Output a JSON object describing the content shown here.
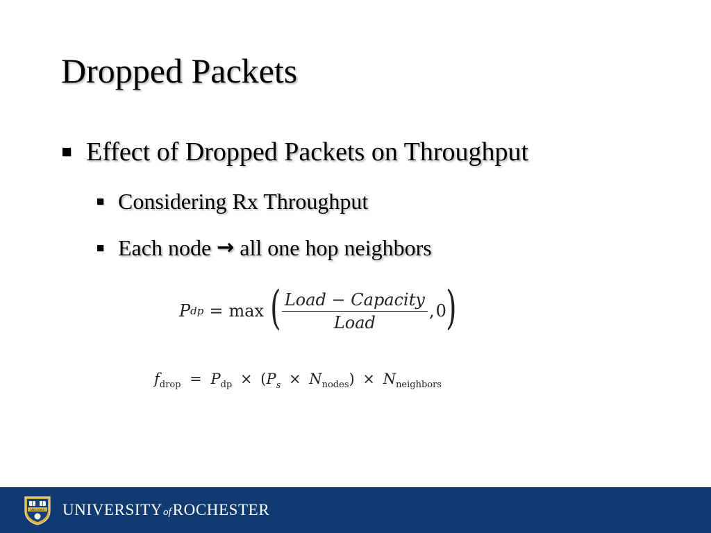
{
  "slide": {
    "title": "Dropped Packets",
    "bullets": [
      {
        "level": 1,
        "text": "Effect of Dropped Packets on Throughput"
      },
      {
        "level": 2,
        "text": "Considering Rx Throughput"
      },
      {
        "level": 2,
        "text_before": "Each node",
        "arrow": "→",
        "text_after": "all one hop neighbors"
      }
    ],
    "equation1": {
      "lhs_var": "P",
      "lhs_sub": "dp",
      "equals": "=",
      "func": "max",
      "open_paren": "(",
      "numerator": "Load − Capacity",
      "denominator": "Load",
      "separator": ",",
      "second_arg": "0",
      "close_paren": ")"
    },
    "equation2": {
      "f": "f",
      "f_sub": "drop",
      "eq": "=",
      "p": "P",
      "p_sub": "dp",
      "times1": "×",
      "open": "(",
      "ps": "P",
      "ps_sub": "s",
      "times2": "×",
      "n1": "N",
      "n1_sub": "nodes",
      "close": ")",
      "times3": "×",
      "n2": "N",
      "n2_sub": "neighbors"
    }
  },
  "footer": {
    "brand_left": "UNIVERSITY",
    "brand_of": "of",
    "brand_right": "ROCHESTER",
    "seal_text": "MELIORA",
    "background": "#113b70",
    "icon": "university-seal-icon"
  }
}
